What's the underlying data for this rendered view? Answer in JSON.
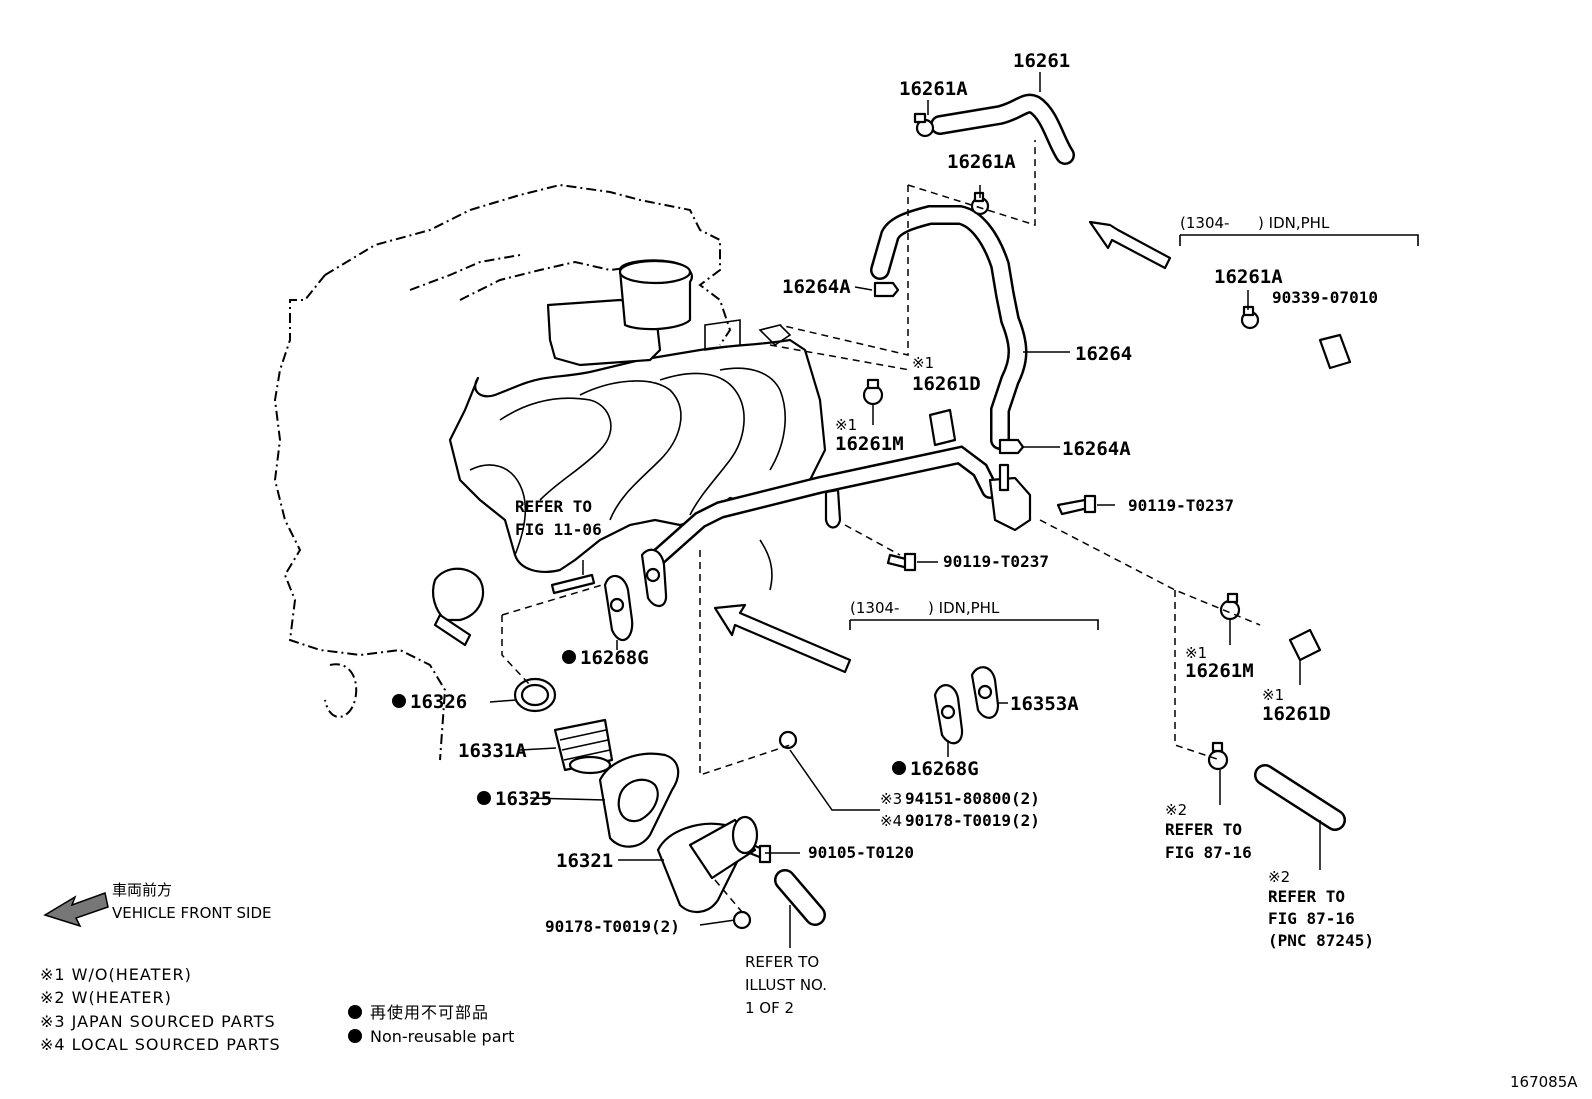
{
  "diagram_id": "167085A",
  "parts": {
    "p16261": "16261",
    "p16261A_top": "16261A",
    "p16261A_mid": "16261A",
    "p16261A_right": "16261A",
    "p16264A_top": "16264A",
    "p16264": "16264",
    "p16264A_bot": "16264A",
    "p16261D_top": "16261D",
    "p16261M_top": "16261M",
    "p90119_right": "90119-T0237",
    "p90119_mid": "90119-T0237",
    "p90339": "90339-07010",
    "p16268G_left": "16268G",
    "p16326": "16326",
    "p16331A": "16331A",
    "p16325": "16325",
    "p16321": "16321",
    "p90105": "90105-T0120",
    "p90178_bot": "90178-T0019(2)",
    "p16353A": "16353A",
    "p16268G_right": "16268G",
    "p94151": "94151-80800(2)",
    "p90178_mid": "90178-T0019(2)",
    "p16261M_right": "16261M",
    "p16261D_right": "16261D"
  },
  "notes": {
    "n1_a": "※1",
    "n1_b": "※1",
    "n1_c": "※1",
    "n1_d": "※1",
    "n2_a": "※2",
    "n2_b": "※2",
    "n3": "※3",
    "n4": "※4"
  },
  "ranges": {
    "top": "(1304-      ) IDN,PHL",
    "mid": "(1304-      ) IDN,PHL"
  },
  "refs": {
    "fig1106_l1": "REFER TO",
    "fig1106_l2": "FIG 11-06",
    "fig8716a_l1": "REFER TO",
    "fig8716a_l2": "FIG 87-16",
    "fig8716b_l1": "REFER TO",
    "fig8716b_l2": "FIG 87-16",
    "fig8716b_l3": "(PNC 87245)",
    "illust_l1": "REFER TO",
    "illust_l2": "ILLUST NO.",
    "illust_l3": "1 OF 2"
  },
  "orientation": {
    "jp": "車両前方",
    "en": "VEHICLE FRONT SIDE"
  },
  "legend": {
    "l1": "※1 W/O(HEATER)",
    "l2": "※2 W(HEATER)",
    "l3": "※3 JAPAN SOURCED PARTS",
    "l4": "※4 LOCAL SOURCED PARTS",
    "bullet_jp": "再使用不可部品",
    "bullet_en": "Non-reusable part"
  }
}
